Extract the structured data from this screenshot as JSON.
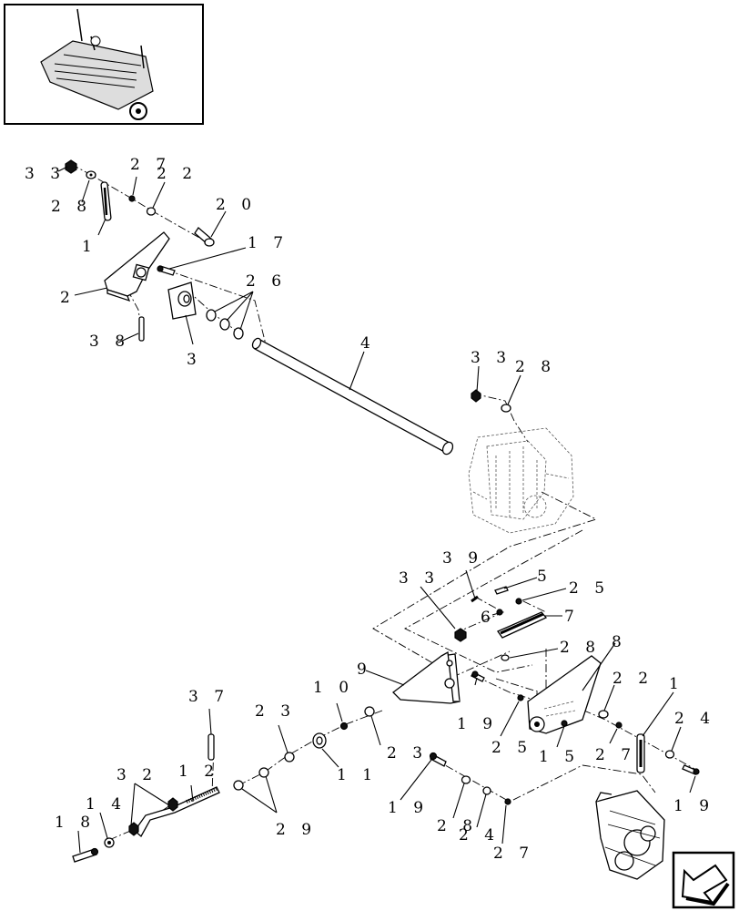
{
  "labels": {
    "l33a": "3 3",
    "l27a": "2 7",
    "l22a": "2 2",
    "l28a": "2 8",
    "l1a": "1",
    "l20": "2 0",
    "l17": "1 7",
    "l2": "2",
    "l26": "2 6",
    "l38": "3 8",
    "l3": "3",
    "l4": "4",
    "l33b": "3 3",
    "l28b": "2 8",
    "l39": "3 9",
    "l5": "5",
    "l33c": "3 3",
    "l25a": "2 5",
    "l6": "6",
    "l7": "7",
    "l28c": "2 8",
    "l9": "9",
    "l8": "8",
    "l19a": "1 9",
    "l25b": "2 5",
    "l15": "1 5",
    "l22b": "2 2",
    "l27b": "2 7",
    "l1b": "1",
    "l24a": "2 4",
    "l19b": "1 9",
    "l37": "3 7",
    "l10": "1 0",
    "l23a": "2 3",
    "l23b": "2 3",
    "l11": "1 1",
    "l32": "3 2",
    "l12": "1 2",
    "l14": "1 4",
    "l18": "1 8",
    "l29": "2 9",
    "l19c": "1 9",
    "l28d": "2 8",
    "l24b": "2 4",
    "l27c": "2 7"
  },
  "icons": {
    "thumbnail": "baler-assembly-thumbnail",
    "nav": "previous-page-arrow-icon"
  }
}
